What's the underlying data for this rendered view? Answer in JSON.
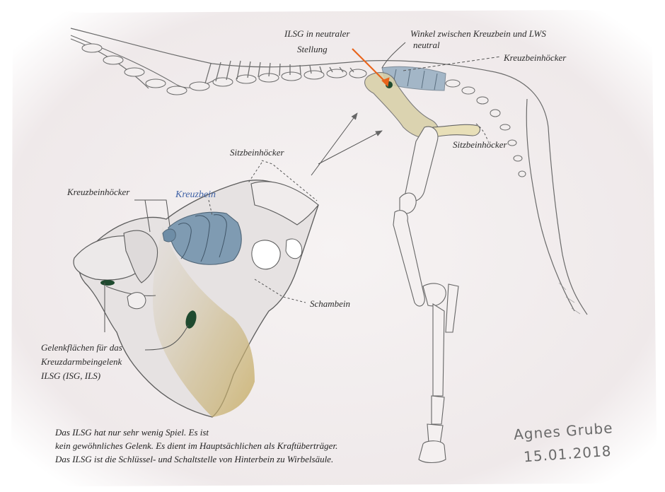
{
  "labels": {
    "ilsg_neutral_line1": "ILSG in neutraler",
    "ilsg_neutral_line2": "Stellung",
    "winkel_line1": "Winkel zwischen Kreuzbein und LWS",
    "winkel_line2": "neutral",
    "kreuzbeinhoecker_top": "Kreuzbeinhöcker",
    "sitzbeinhoecker_right": "Sitzbeinhöcker",
    "sitzbeinhoecker_center": "Sitzbeinhöcker",
    "kreuzbeinhoecker_left": "Kreuzbeinhöcker",
    "kreuzbein": "Kreuzbein",
    "schambein": "Schambein",
    "gelenk_line1": "Gelenkflächen für das",
    "gelenk_line2": "Kreuzdarmbeingelenk",
    "gelenk_line3": "ILSG (ISG, ILS)"
  },
  "caption": {
    "line1": "Das ILSG hat nur sehr wenig Spiel. Es ist",
    "line2": "kein gewöhnliches Gelenk. Es dient im Hauptsächlichen als Kraftüberträger.",
    "line3": "Das ILSG ist die Schlüssel- und Schaltstelle von Hinterbein zu Wirbelsäule."
  },
  "signature": {
    "name": "Agnes Grube",
    "date": "15.01.2018"
  },
  "colors": {
    "paper": "#f3efef",
    "pencil": "#555555",
    "sacrum_blue": "#6f8da6",
    "joint_green": "#1f4a2f",
    "orange_arrow": "#e8641b",
    "pelvis_ochre": "#c9b47a"
  }
}
